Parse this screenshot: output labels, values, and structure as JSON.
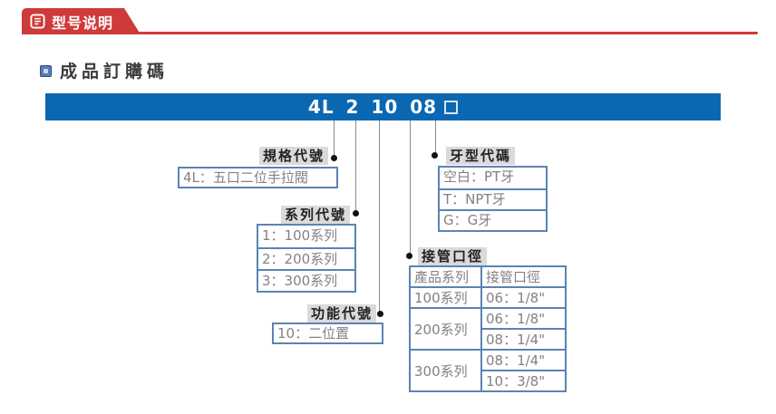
{
  "colors": {
    "accent_red": "#cf3a3a",
    "banner_blue": "#0a67b2",
    "box_border_blue": "#5b84b2",
    "label_bg_gray": "#dadada",
    "box_text_gray": "#828282"
  },
  "header_tab": {
    "label": "型号说明",
    "icon": "document-icon"
  },
  "section": {
    "title": "成品訂購碼"
  },
  "order_code": {
    "code": "4L 2 10 08",
    "blank_square": "□"
  },
  "callouts": {
    "spec": {
      "label": "規格代號",
      "items": [
        "4L：五口二位手拉閥"
      ]
    },
    "series": {
      "label": "系列代號",
      "items": [
        "1：100系列",
        "2：200系列",
        "3：300系列"
      ]
    },
    "function": {
      "label": "功能代號",
      "items": [
        "10：二位置"
      ]
    },
    "thread": {
      "label": "牙型代碼",
      "items": [
        "空白：PT牙",
        "T：NPT牙",
        "G：G牙"
      ]
    },
    "port": {
      "label": "接管口徑",
      "table": {
        "headers": [
          "產品系列",
          "接管口徑"
        ],
        "rows": [
          {
            "series": "100系列",
            "sizes": [
              "06：1/8\""
            ]
          },
          {
            "series": "200系列",
            "sizes": [
              "06：1/8\"",
              "08：1/4\""
            ]
          },
          {
            "series": "300系列",
            "sizes": [
              "08：1/4\"",
              "10：3/8\""
            ]
          }
        ]
      }
    }
  }
}
